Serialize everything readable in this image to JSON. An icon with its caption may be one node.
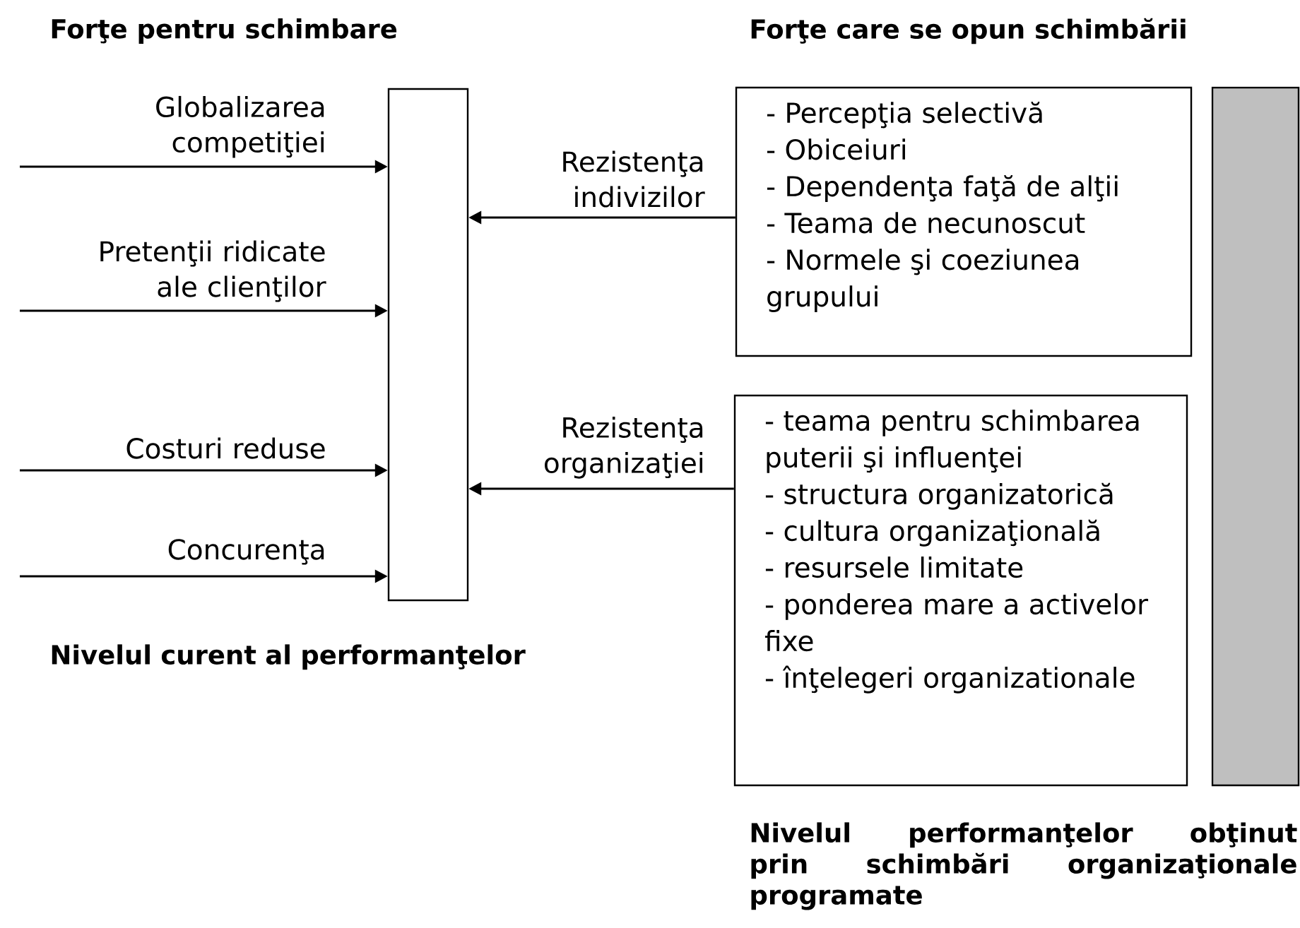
{
  "diagram": {
    "nodes": [
      {
        "text": [],
        "shape": "bar",
        "beside": [
          "Nivelul curent al performanţelor"
        ]
      },
      {
        "text": [
          "- Percepţia selectivă",
          "- Obiceiuri",
          "- Dependenţa faţă de alţii",
          "- Teama de necunoscut",
          "- Normele şi coeziunea grupului"
        ]
      },
      {
        "text": [
          "- teama pentru schimbarea puterii şi influenţei",
          "- structura organizatorică",
          "- cultura organizaţională",
          "- resursele limitate",
          "- ponderea mare a activelor fixe",
          "- înţelegeri organizationale"
        ]
      },
      {
        "text": [],
        "shape": "bar",
        "beside": [
          "Nivelul performanţelor obţinut prin schimbări organizaţionale programate"
        ]
      }
    ],
    "edges": [
      {
        "from": null,
        "to": 0,
        "arrow": "to",
        "label": "Globalizarea competiţiei"
      },
      {
        "from": null,
        "to": 0,
        "arrow": "to",
        "label": "Pretenţii ridicate ale clienţilor"
      },
      {
        "from": null,
        "to": 0,
        "arrow": "to",
        "label": "Costuri reduse"
      },
      {
        "from": null,
        "to": 0,
        "arrow": "to",
        "label": "Concurenţa"
      },
      {
        "from": 1,
        "to": 0,
        "arrow": "to",
        "label": "Rezistenţa indivizilor"
      },
      {
        "from": 2,
        "to": 0,
        "arrow": "to",
        "label": "Rezistenţa organizaţiei"
      }
    ],
    "labels": [
      "Forţe pentru schimbare",
      "Forţe care se opun schimbării"
    ]
  }
}
